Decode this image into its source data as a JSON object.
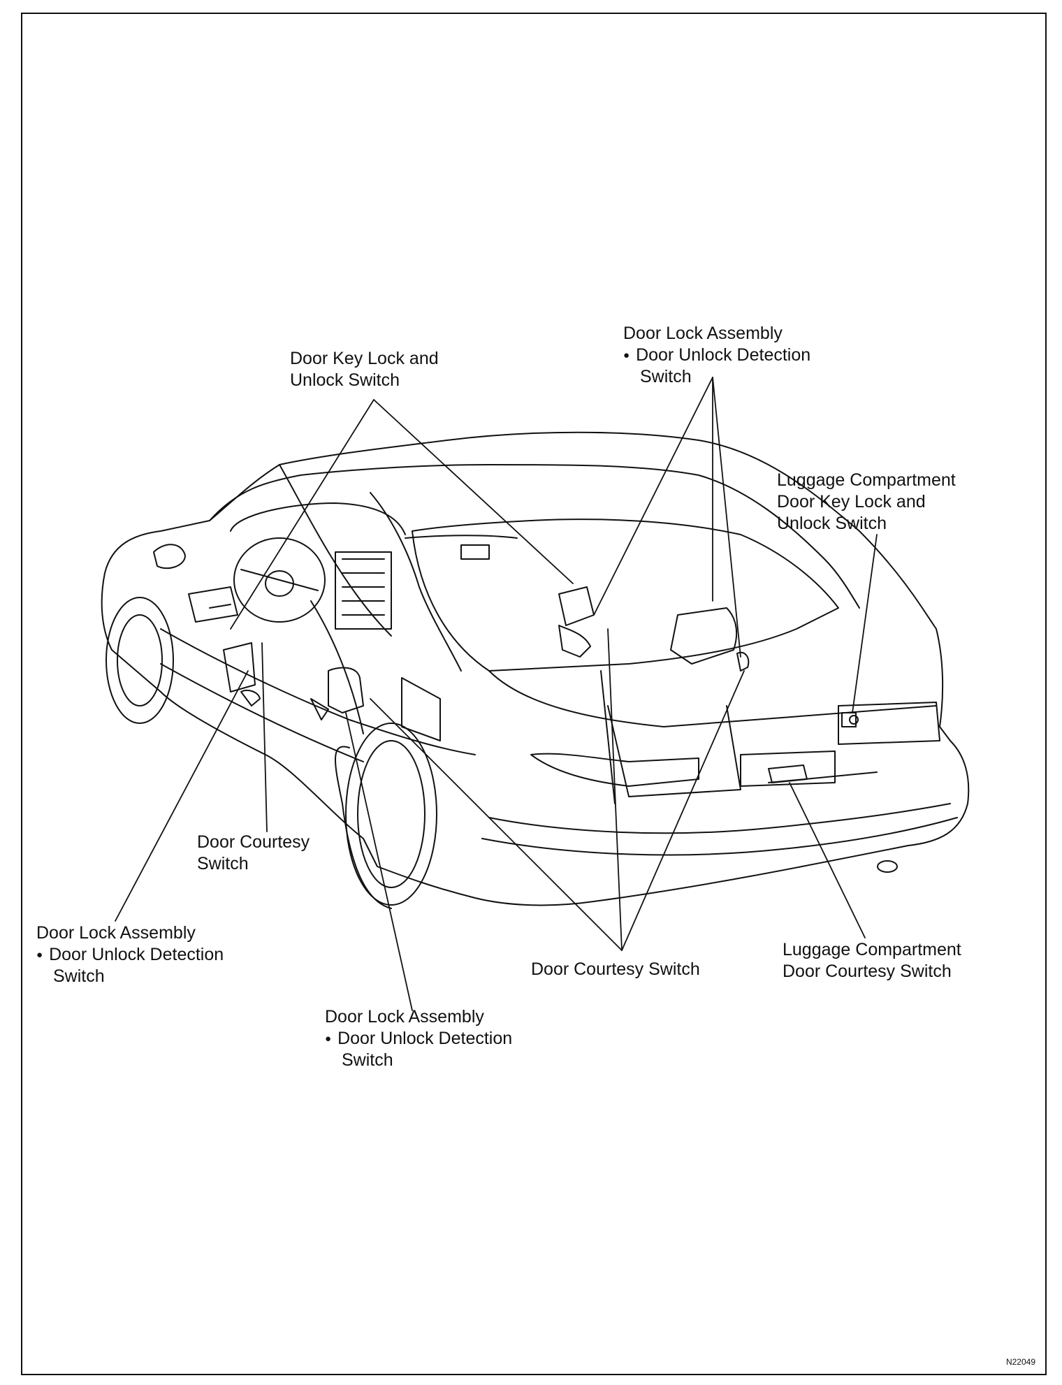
{
  "labels": {
    "door_key_lock_front": {
      "line1": "Door Key Lock and",
      "line2": "Unlock Switch"
    },
    "door_lock_assy_rear_right": {
      "title": "Door Lock Assembly",
      "bullet": "Door Unlock Detection",
      "cont": "Switch"
    },
    "luggage_key_lock": {
      "line1": "Luggage Compartment",
      "line2": "Door Key Lock and",
      "line3": "Unlock Switch"
    },
    "door_courtesy_front": {
      "line1": "Door Courtesy",
      "line2": "Switch"
    },
    "door_lock_assy_front_left": {
      "title": "Door Lock Assembly",
      "bullet": "Door Unlock Detection",
      "cont": "Switch"
    },
    "door_courtesy_rear": {
      "line1": "Door Courtesy Switch"
    },
    "luggage_courtesy": {
      "line1": "Luggage Compartment",
      "line2": "Door Courtesy Switch"
    },
    "door_lock_assy_rear_left": {
      "title": "Door Lock Assembly",
      "bullet": "Door Unlock Detection",
      "cont": "Switch"
    }
  },
  "figure_code": "N22049",
  "colors": {
    "ink": "#111111",
    "paper": "#ffffff"
  }
}
